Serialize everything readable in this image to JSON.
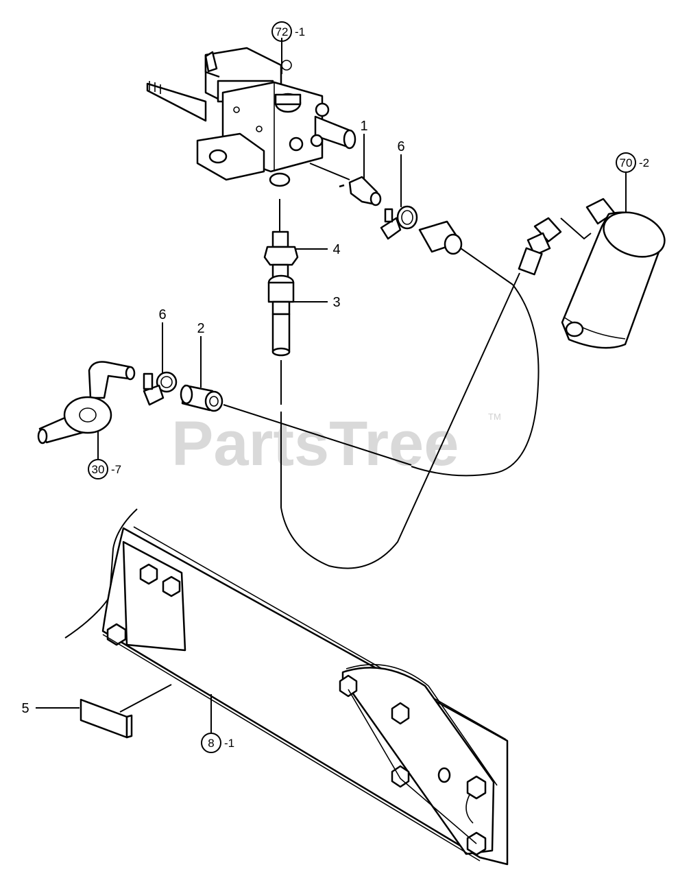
{
  "watermark": {
    "text": "PartsTree",
    "trademark": "TM"
  },
  "callouts": [
    {
      "id": "c72",
      "ref": "72",
      "suffix": "-1"
    },
    {
      "id": "c70",
      "ref": "70",
      "suffix": "-2"
    },
    {
      "id": "c30",
      "ref": "30",
      "suffix": "-7"
    },
    {
      "id": "c8",
      "ref": "8",
      "suffix": "-1"
    }
  ],
  "part_numbers": {
    "p1": "1",
    "p6a": "6",
    "p4": "4",
    "p3": "3",
    "p6b": "6",
    "p2": "2",
    "p5": "5"
  }
}
